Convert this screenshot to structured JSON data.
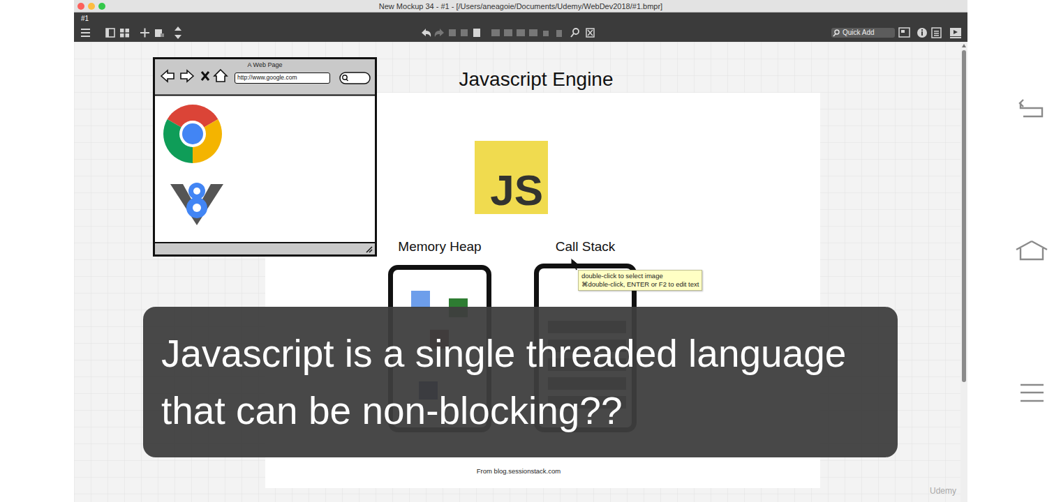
{
  "diagram": {
    "title": "Javascript Engine",
    "nodes": [
      {
        "text": [
          "A Web Page"
        ]
      },
      {
        "text": [
          "http://www.google.com"
        ],
        "in": 0
      },
      {
        "text": [
          "JS"
        ]
      },
      {
        "text": [
          "Memory Heap"
        ]
      },
      {
        "text": [
          "Call Stack"
        ]
      },
      {
        "text": [
          "double-click to select image",
          "⌘double-click, ENTER or F2 to edit text"
        ]
      },
      {
        "text": [
          "Javascript is a single threaded language that can be non-blocking??"
        ]
      }
    ],
    "labels": [
      "New Mockup 34 - #1 - [/Users/aneagoie/Documents/Udemy/WebDev2018/#1.bmpr]",
      "#1",
      "Quick Add",
      "From blog.sessionstack.com",
      "Udemy"
    ]
  }
}
